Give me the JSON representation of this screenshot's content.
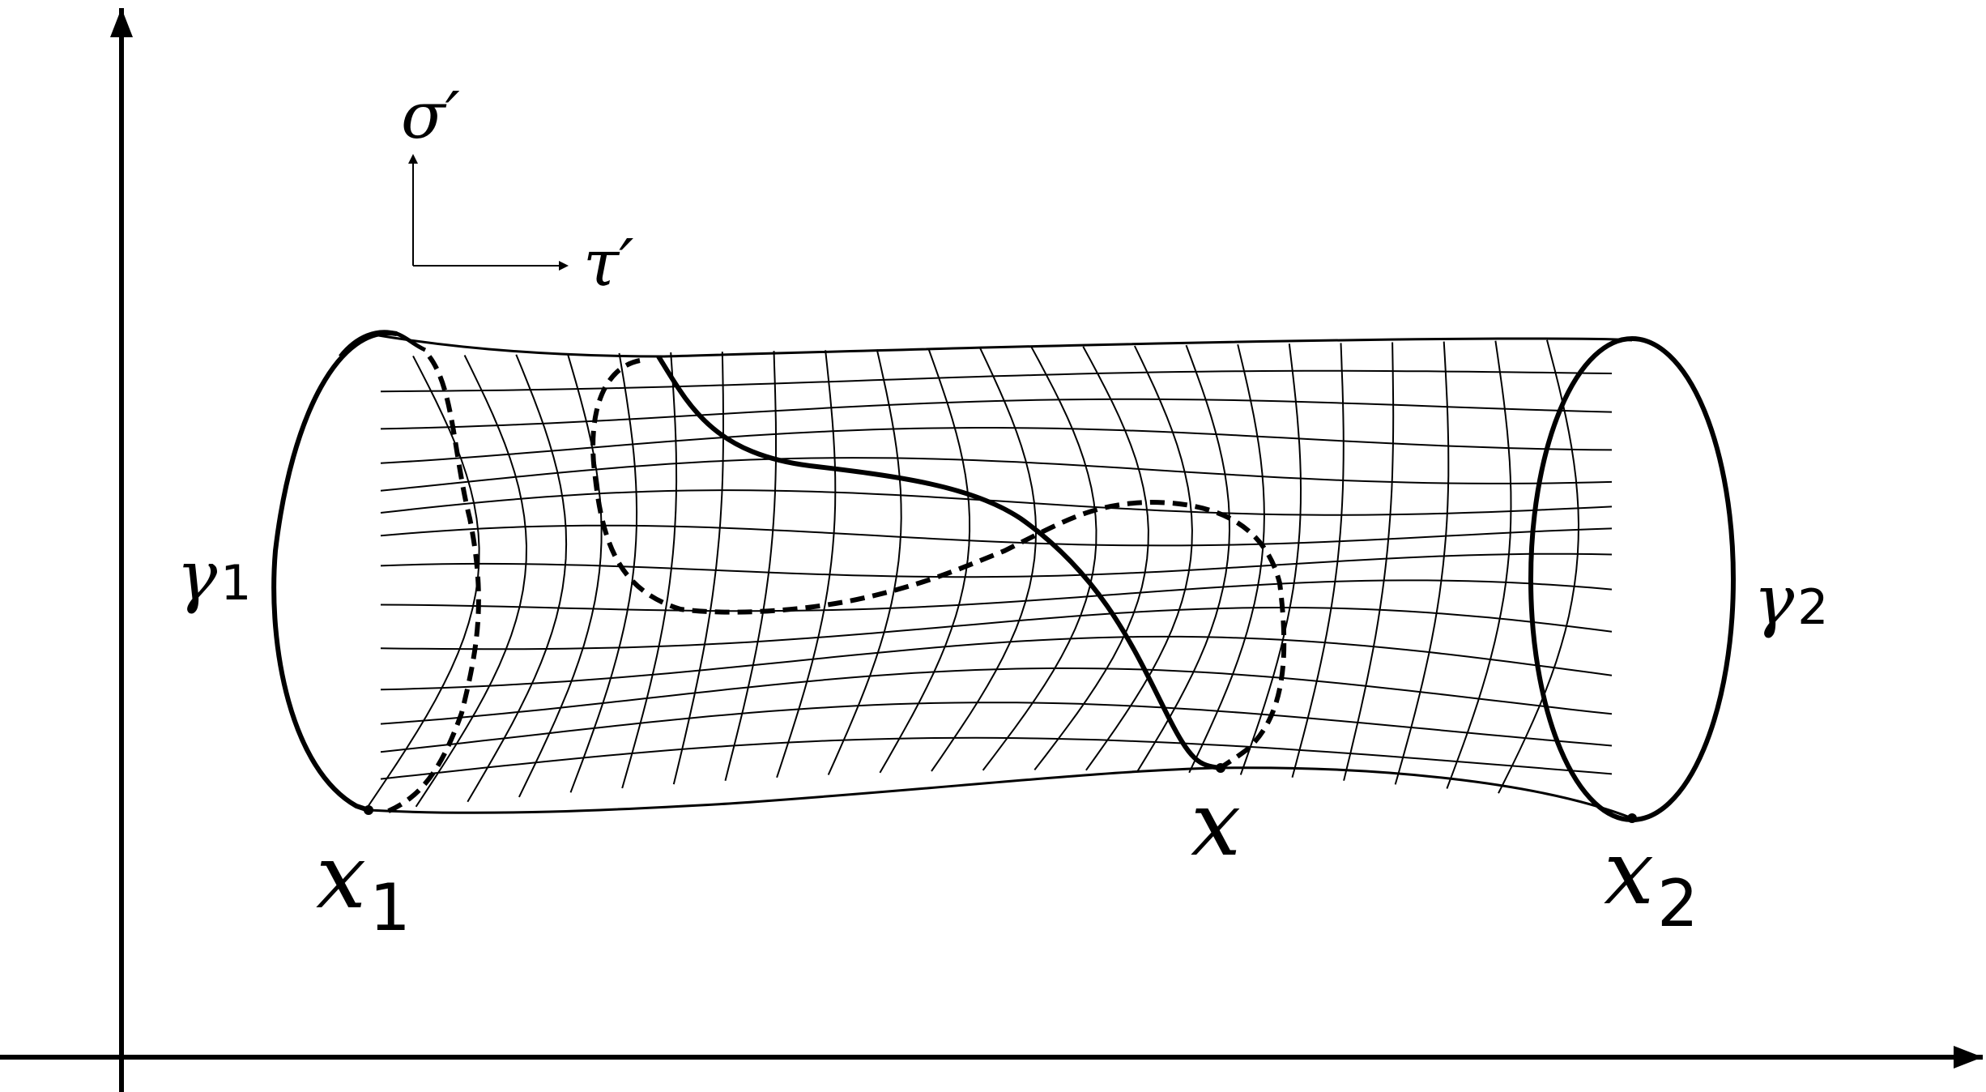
{
  "labels": {
    "sigma_prime": "σ′",
    "tau_prime": "τ′",
    "gamma1": {
      "base": "γ",
      "sub": "1"
    },
    "gamma2": {
      "base": "γ",
      "sub": "2"
    },
    "x1": {
      "base": "x",
      "sub": "1"
    },
    "x2": {
      "base": "x",
      "sub": "2"
    },
    "x": "x"
  },
  "colors": {
    "stroke": "#000000",
    "background": "#ffffff"
  }
}
